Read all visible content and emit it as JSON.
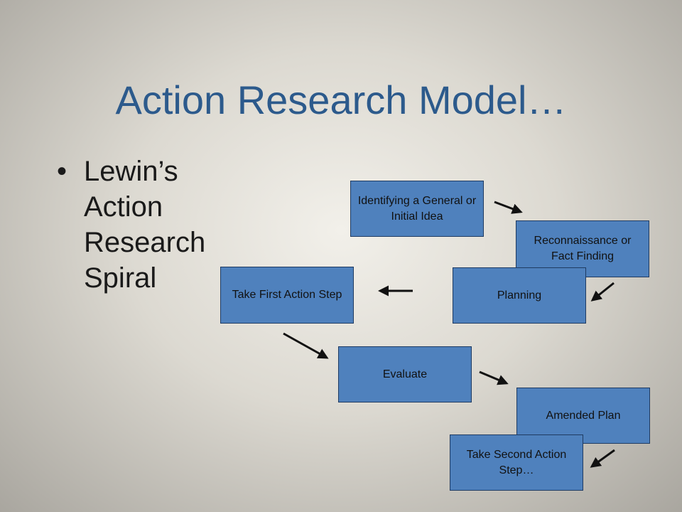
{
  "slide": {
    "title": "Action Research Model…",
    "bullet": "•",
    "bullet_text": "Lewin’s Action Research Spiral"
  },
  "diagram": {
    "boxes": {
      "identify": "Identifying a General or Initial Idea",
      "recon": "Reconnaissance or Fact Finding",
      "planning": "Planning",
      "first_action": "Take First Action Step",
      "evaluate": "Evaluate",
      "amended": "Amended Plan",
      "second_action": "Take Second Action Step…"
    },
    "box_color": "#4f81bd"
  }
}
